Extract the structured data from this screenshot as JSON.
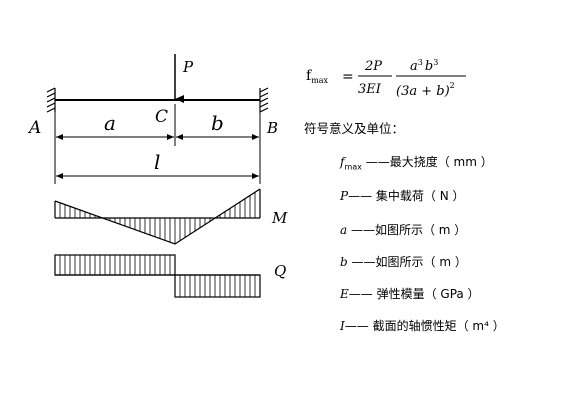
{
  "beam_labels": {
    "load": "P",
    "left_support": "A",
    "right_support": "B",
    "load_point": "C",
    "segment_left": "a",
    "segment_right": "b",
    "span": "l",
    "moment_diagram": "M",
    "shear_diagram": "Q"
  },
  "formula": {
    "lhs_main": "f",
    "lhs_sub": "max",
    "equals": "=",
    "frac1_num": "2P",
    "frac1_den": "3EI",
    "frac2_num_a": "a",
    "frac2_num_a_exp": "3",
    "frac2_num_b": "b",
    "frac2_num_b_exp": "3",
    "frac2_den": "(3a + b)",
    "frac2_den_exp": "2"
  },
  "legend_title": "符号意义及单位：",
  "legend": [
    {
      "symbol": "f",
      "sub": "max",
      "text": " ——最大挠度（ mm ）"
    },
    {
      "symbol": "P",
      "sub": "",
      "text": "—— 集中载荷（ N ）"
    },
    {
      "symbol": "a",
      "sub": "",
      "text": " ——如图所示（ m ）"
    },
    {
      "symbol": "b",
      "sub": "",
      "text": " ——如图所示（ m ）"
    },
    {
      "symbol": "E",
      "sub": "",
      "text": "—— 弹性模量（ GPa ）"
    },
    {
      "symbol": "I",
      "sub": "",
      "text": "—— 截面的轴惯性矩（ m⁴ ）"
    }
  ],
  "colors": {
    "line": "#000000",
    "background": "#ffffff"
  }
}
